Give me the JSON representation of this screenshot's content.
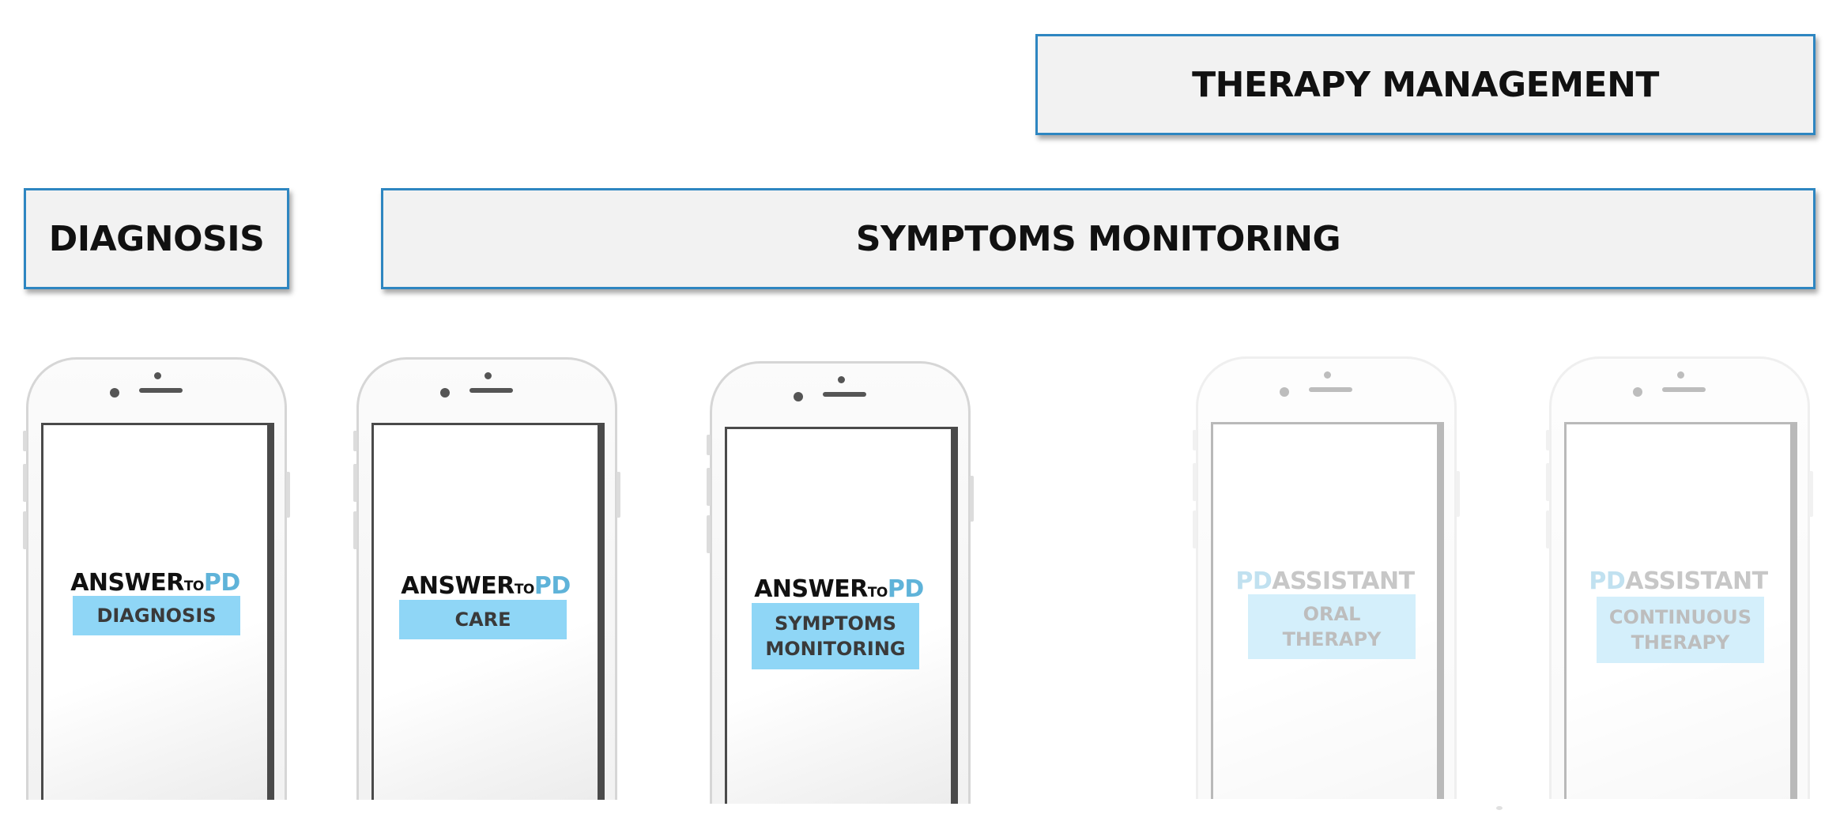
{
  "bands": {
    "therapy_management": "THERAPY MANAGEMENT",
    "diagnosis": "DIAGNOSIS",
    "symptoms_monitoring": "SYMPTOMS MONITORING"
  },
  "apps": [
    {
      "brand_main": "ANSWER",
      "brand_to": "TO",
      "brand_pd": "PD",
      "label_line1": "DIAGNOSIS",
      "label_line2": ""
    },
    {
      "brand_main": "ANSWER",
      "brand_to": "TO",
      "brand_pd": "PD",
      "label_line1": "CARE",
      "label_line2": ""
    },
    {
      "brand_main": "ANSWER",
      "brand_to": "TO",
      "brand_pd": "PD",
      "label_line1": "SYMPTOMS",
      "label_line2": "MONITORING"
    },
    {
      "brand_pd": "PD",
      "brand_main": "ASSISTANT",
      "label_line1": "ORAL",
      "label_line2": "THERAPY"
    },
    {
      "brand_pd": "PD",
      "brand_main": "ASSISTANT",
      "label_line1": "CONTINUOUS",
      "label_line2": "THERAPY"
    }
  ],
  "colors": {
    "band_border": "#2e86c1",
    "band_fill": "#f2f2f2",
    "pd_blue": "#5fb3d9",
    "label_fill": "#8fd6f6"
  },
  "icons": [
    "phone-icon"
  ]
}
